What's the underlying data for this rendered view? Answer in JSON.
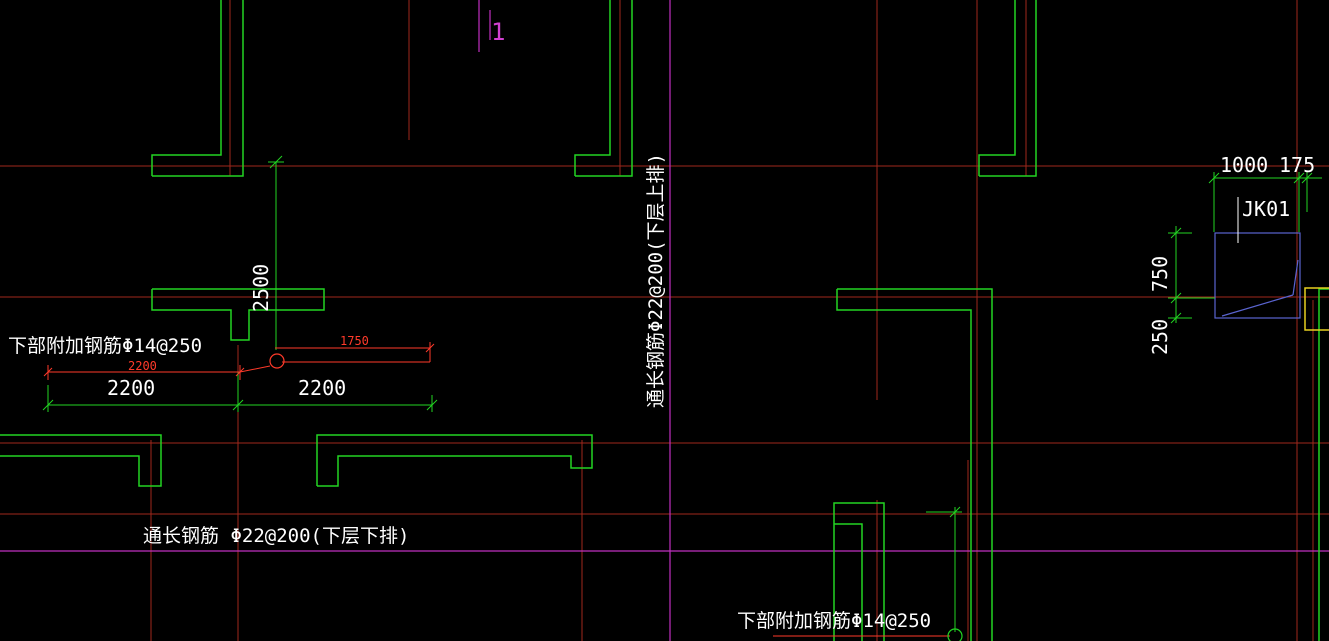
{
  "colors": {
    "background": "#000000",
    "axis_red": "#a0281c",
    "outline_green": "#22d422",
    "dim_green": "#22d422",
    "dim_red": "#ff3a2a",
    "magenta": "#c030c0",
    "column_blue": "#5a64d0",
    "yellow": "#e8d020",
    "text_white": "#ffffff"
  },
  "labels": {
    "grid_mark": "1",
    "bottom_extra_rebar_left": "下部附加钢筋Φ14@250",
    "bottom_extra_rebar_bottom": "下部附加钢筋Φ14@250",
    "through_rebar_vertical": "通长钢筋Φ22@200(下层上排)",
    "through_rebar_horizontal": "通长钢筋 Φ22@200(下层下排)",
    "column_tag": "JK01"
  },
  "dimensions": {
    "left_2200": "2200",
    "right_2200": "2200",
    "red_2200": "2200",
    "red_1750": "1750",
    "vertical_2500": "2500",
    "top_1000": "1000",
    "top_175": "175",
    "side_750": "750",
    "side_250": "250"
  }
}
